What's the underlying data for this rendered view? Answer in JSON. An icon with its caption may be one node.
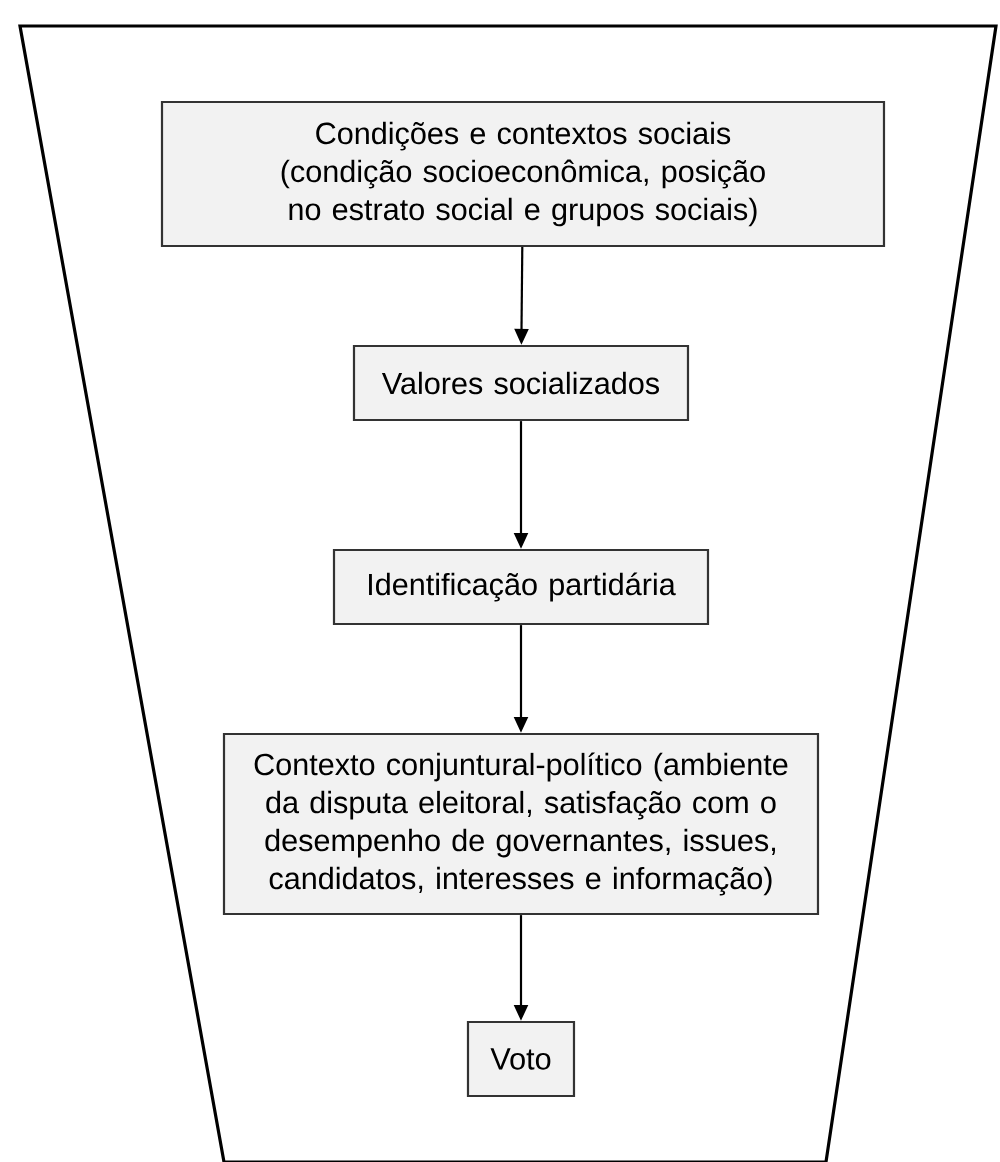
{
  "diagram": {
    "nodes": [
      {
        "text": [],
        "shape": "trapezoid"
      },
      {
        "text": [
          "Condições e contextos sociais (condição socioeconômica, posição no estrato social e grupos sociais)"
        ],
        "in": 0
      },
      {
        "text": [
          "Valores socializados"
        ],
        "in": 0
      },
      {
        "text": [
          "Identificação partidária"
        ],
        "in": 0
      },
      {
        "text": [
          "Contexto conjuntural-político (ambiente da disputa eleitoral, satisfação com o desempenho de governantes, issues, candidatos, interesses e informação)"
        ],
        "in": 0
      },
      {
        "text": [
          "Voto"
        ],
        "in": 0
      }
    ],
    "edges": [
      {
        "from": 1,
        "to": 2,
        "arrow": "to"
      },
      {
        "from": 2,
        "to": 3,
        "arrow": "to"
      },
      {
        "from": 3,
        "to": 4,
        "arrow": "to"
      },
      {
        "from": 4,
        "to": 5,
        "arrow": "to"
      }
    ]
  }
}
